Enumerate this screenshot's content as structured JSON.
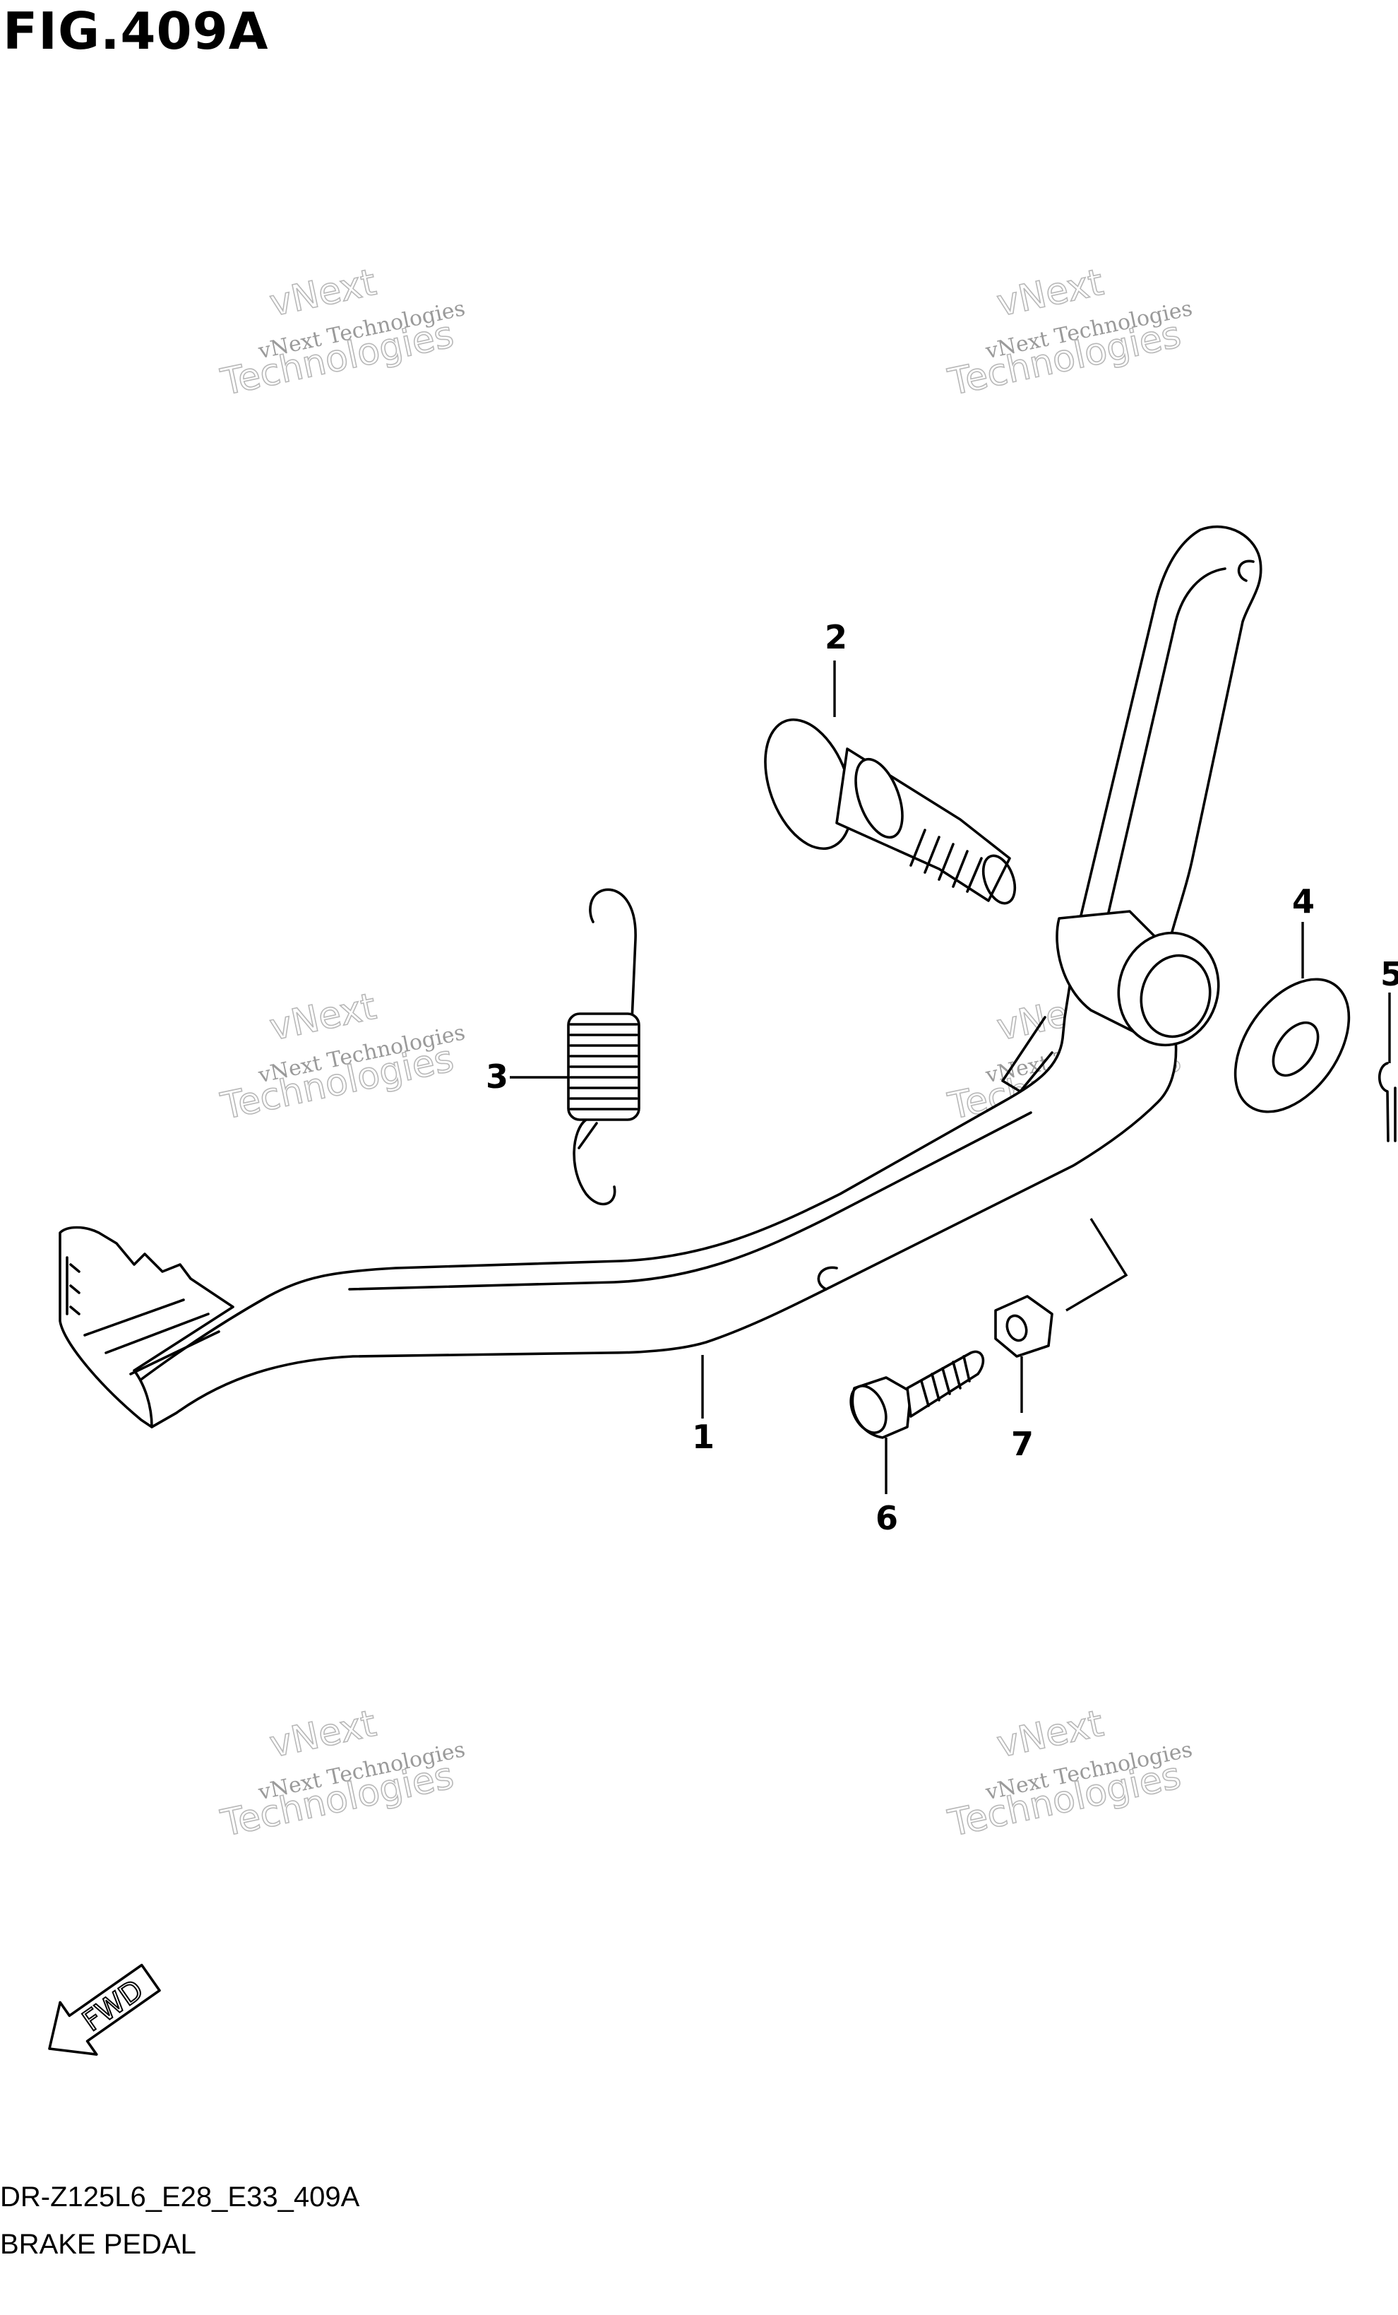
{
  "figure": {
    "title": "FIG.409A",
    "model_code": "DR-Z125L6_E28_E33_409A",
    "name": "BRAKE PEDAL"
  },
  "callouts": [
    "1",
    "2",
    "3",
    "4",
    "5",
    "6",
    "7"
  ],
  "direction_label": "FWD",
  "watermark": {
    "line1": "vNext",
    "line2": "vNext Technologies",
    "line3": "Technologies"
  }
}
